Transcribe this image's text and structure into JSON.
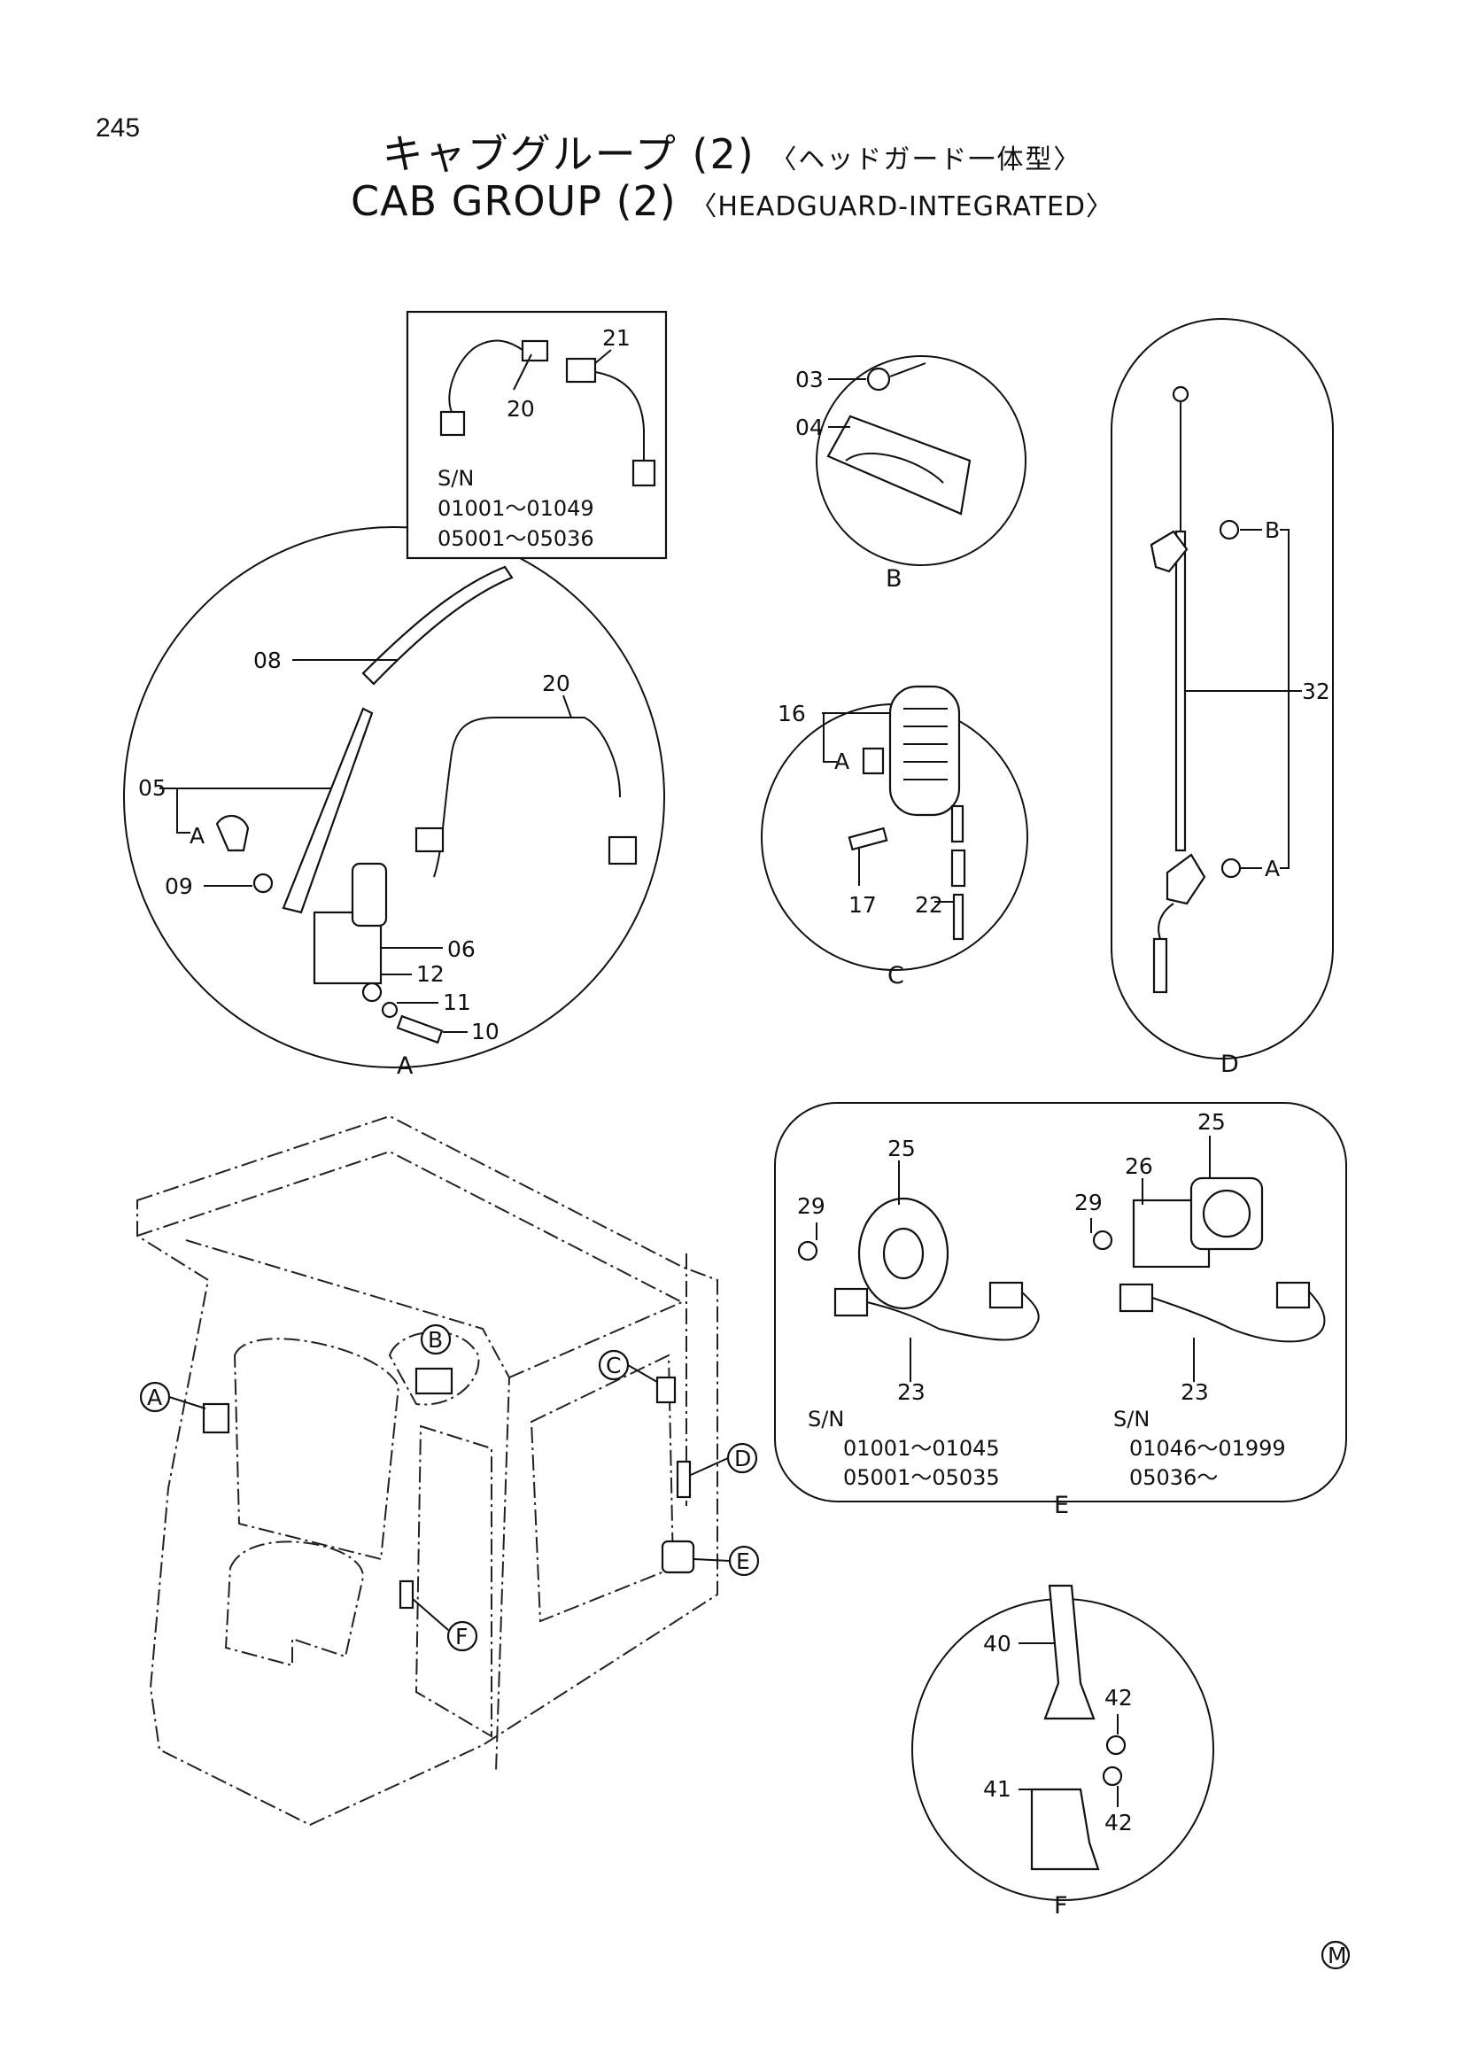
{
  "page_number": "245",
  "title_jp": "キャブグループ (2)",
  "title_jp_sub": "〈ヘッドガード一体型〉",
  "title_en": "CAB GROUP (2)",
  "title_en_sub": "〈HEADGUARD-INTEGRATED〉",
  "callouts": {
    "A": "A",
    "B": "B",
    "C": "C",
    "D": "D",
    "E": "E",
    "F": "F"
  },
  "parts": {
    "p03": "03",
    "p04": "04",
    "p05": "05",
    "p06": "06",
    "p08": "08",
    "p09": "09",
    "p10": "10",
    "p11": "11",
    "p12": "12",
    "p16": "16",
    "p17": "17",
    "p20": "20",
    "p21": "21",
    "p22": "22",
    "p23": "23",
    "p25": "25",
    "p26": "26",
    "p29": "29",
    "p32": "32",
    "p40": "40",
    "p41": "41",
    "p42": "42"
  },
  "serial_notes": {
    "inset_wiring": {
      "label": "S/N",
      "range1": "01001～01049",
      "range2": "05001～05036"
    },
    "speaker_left": {
      "label": "S/N",
      "range1": "01001～01045",
      "range2": "05001～05035"
    },
    "speaker_right": {
      "label": "S/N",
      "range1": "01046～01999",
      "range2": "05036～"
    }
  },
  "mark": "M"
}
